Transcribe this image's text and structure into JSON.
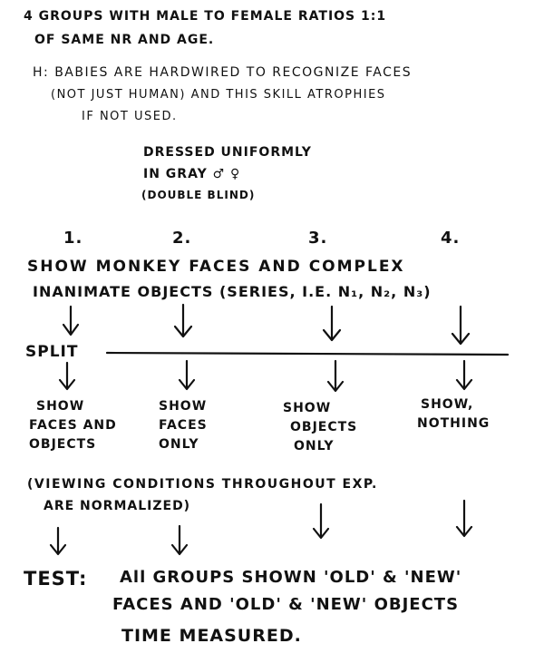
{
  "header": {
    "line1": "4 GROUPS WITH MALE TO FEMALE RATIOS 1:1",
    "line2": "OF SAME NR AND AGE."
  },
  "hypothesis": {
    "line1": "H: BABIES ARE HARDWIRED TO RECOGNIZE FACES",
    "line2": "(NOT JUST HUMAN) AND THIS SKILL ATROPHIES",
    "line3": "IF NOT USED."
  },
  "dress": {
    "line1": "DRESSED UNIFORMLY",
    "line2": "IN GRAY ♂ ♀",
    "line3": "(DOUBLE BLIND)"
  },
  "groups": [
    "1.",
    "2.",
    "3.",
    "4."
  ],
  "show_step": {
    "line1": "SHOW MONKEY FACES AND COMPLEX",
    "line2": "INANIMATE OBJECTS (SERIES, I.E. N₁, N₂, N₃)"
  },
  "split_label": "SPLIT",
  "conditions": [
    {
      "line1": "SHOW",
      "line2": "FACES AND",
      "line3": "OBJECTS"
    },
    {
      "line1": "SHOW",
      "line2": "FACES",
      "line3": "ONLY"
    },
    {
      "line1": "SHOW",
      "line2": "OBJECTS",
      "line3": "ONLY"
    },
    {
      "line1": "SHOW,",
      "line2": "NOTHING",
      "line3": ""
    }
  ],
  "viewing": {
    "line1": "(VIEWING CONDITIONS THROUGHOUT EXP.",
    "line2": "ARE NORMALIZED)"
  },
  "test": {
    "label": "TEST:",
    "line1": "All GROUPS SHOWN 'OLD' & 'NEW'",
    "line2": "FACES AND 'OLD' & 'NEW' OBJECTS",
    "line3": "TIME MEASURED."
  },
  "colors": {
    "ink": "#111111",
    "paper": "#ffffff"
  }
}
